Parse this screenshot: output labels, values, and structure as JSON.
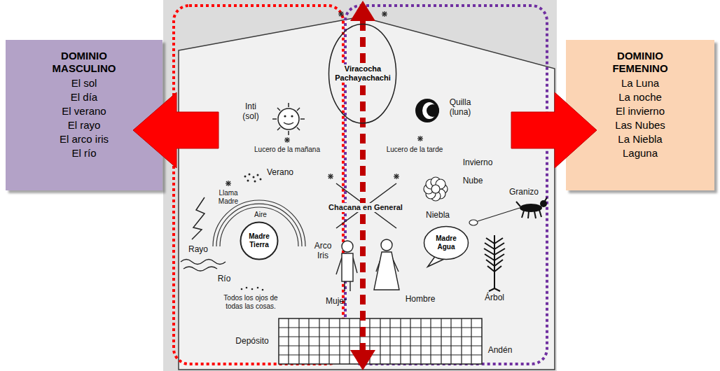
{
  "diagram": {
    "nodes": [
      {
        "text": [
          "DOMINIO MASCULINO",
          "El sol",
          "El día",
          "El verano",
          "El rayo",
          "El arco iris",
          "El río"
        ]
      },
      {
        "text": [
          "Viracocha Pachayachachi"
        ]
      },
      {
        "text": [
          "Madre Tierra"
        ]
      },
      {
        "text": [
          "Madre Agua"
        ]
      },
      {
        "text": [
          "DOMINIO FEMENINO",
          "La Luna",
          "La noche",
          "El invierno",
          "Las Nubes",
          "La Niebla",
          "Laguna"
        ]
      }
    ],
    "labels": [
      "Inti (sol)",
      "Quilla (luna)",
      "Lucero de la mañana",
      "Lucero de la tarde",
      "Invierno",
      "Verano",
      "Nube",
      "Granizo",
      "Llama Madre",
      "Chacana en General",
      "Niebla",
      "Aire",
      "Rayo",
      "Arco Iris",
      "Río",
      "Hombre",
      "Árbol",
      "Todos los ojos de todas las cosas.",
      "Mujer",
      "Depósito",
      "Andén"
    ]
  }
}
